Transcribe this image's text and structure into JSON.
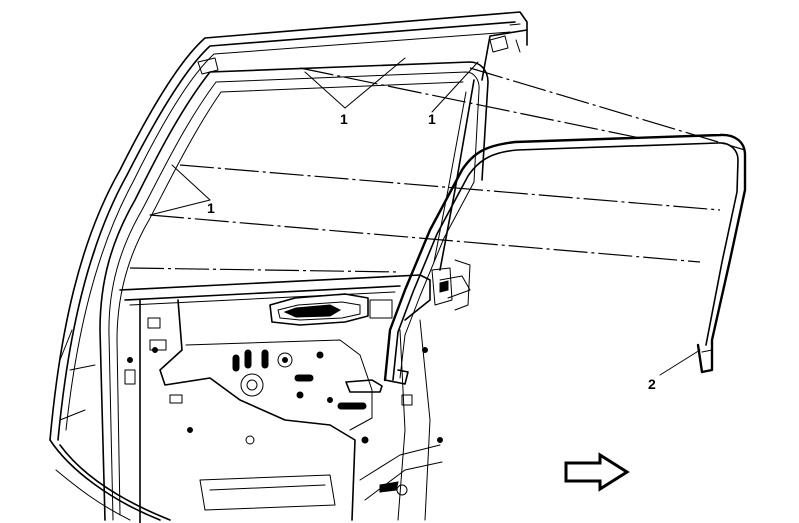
{
  "callouts": {
    "label_1": "1",
    "label_2": "2"
  },
  "parts": {
    "part_1": "weatherstrip-retainer-clips",
    "part_2": "door-weatherstrip"
  },
  "icons": {
    "direction_arrow": "forward-arrow-icon"
  },
  "colors": {
    "line": "#000000",
    "background": "#ffffff"
  }
}
